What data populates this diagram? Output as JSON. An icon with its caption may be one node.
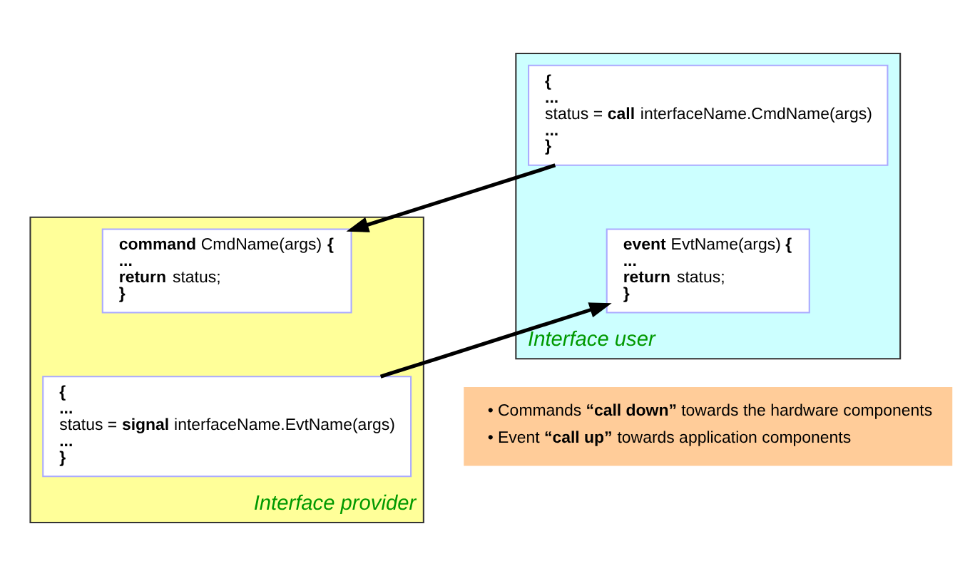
{
  "diagram": {
    "nodes": [
      {
        "text": [
          "Interface user"
        ]
      },
      {
        "text": [
          "**{**",
          "**...**",
          "status = **call** interfaceName.CmdName(args)",
          "**...**",
          "**}**"
        ],
        "in": 0
      },
      {
        "text": [
          "**event** EvtName(args) **{**",
          "**...**",
          "**return** status;",
          "**}**"
        ],
        "in": 0
      },
      {
        "text": [
          "Interface provider"
        ]
      },
      {
        "text": [
          "**command** CmdName(args) **{**",
          "**...**",
          "**return** status;",
          "**}**"
        ],
        "in": 3
      },
      {
        "text": [
          "**{**",
          "**...**",
          "status = **signal** interfaceName.EvtName(args)",
          "**...**",
          "**}**"
        ],
        "in": 3
      },
      {
        "text": [
          "• Commands **“call down”** towards the hardware components",
          "• Event **“call up”** towards application components"
        ]
      }
    ],
    "edges": [
      {
        "from": 1,
        "to": 4,
        "arrow": "to"
      },
      {
        "from": 5,
        "to": 2,
        "arrow": "to"
      }
    ]
  }
}
